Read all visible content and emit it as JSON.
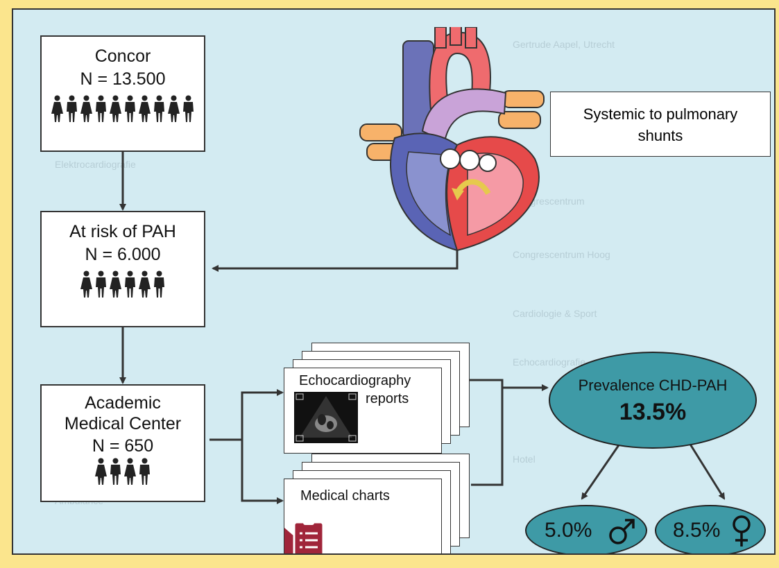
{
  "colors": {
    "background": "#fbe58d",
    "panel": "#d3ebf2",
    "ellipse": "#3e9aa6",
    "arrow": "#333333"
  },
  "boxes": {
    "concor": {
      "title": "Concor",
      "n": "N = 13.500",
      "people_count": 10
    },
    "at_risk": {
      "title": "At risk of PAH",
      "n": "N = 6.000",
      "people_count": 6
    },
    "amc": {
      "title_line1": "Academic",
      "title_line2": "Medical Center",
      "n": "N = 650",
      "people_count": 4
    }
  },
  "shunts_label": {
    "line1": "Systemic to pulmonary",
    "line2": "shunts"
  },
  "documents": {
    "echo_line1": "Echocardiography",
    "echo_line2": "reports",
    "charts": "Medical charts"
  },
  "prevalence": {
    "label": "Prevalence CHD-PAH",
    "value": "13.5%",
    "male": "5.0%",
    "female": "8.5%"
  },
  "icons": {
    "heart": "heart-anatomy-icon",
    "ultrasound": "ultrasound-image-icon",
    "clipboard": "clipboard-icon",
    "male": "male-symbol-icon",
    "female": "female-symbol-icon"
  }
}
